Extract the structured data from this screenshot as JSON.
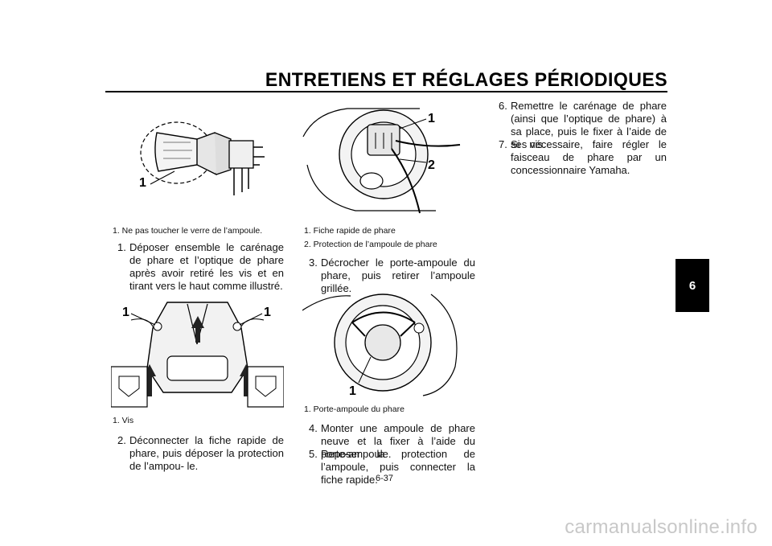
{
  "header": {
    "title": "ENTRETIENS ET RÉGLAGES PÉRIODIQUES"
  },
  "chapter_tab": "6",
  "figures": {
    "bulb": {
      "callouts": [
        "1"
      ]
    },
    "headlight_screws": {
      "callouts": [
        "1",
        "1"
      ]
    },
    "coupler": {
      "callouts": [
        "1",
        "2"
      ]
    },
    "bulb_holder": {
      "callouts": [
        "1"
      ]
    }
  },
  "captions": {
    "bulb": [
      "1.  Ne pas toucher le verre de l’ampoule."
    ],
    "screws": [
      "1.  Vis"
    ],
    "coupler": [
      "1.  Fiche rapide de phare",
      "2.  Protection de l’ampoule de phare"
    ],
    "holder": [
      "1.  Porte-ampoule du phare"
    ]
  },
  "steps": [
    {
      "num": "1.",
      "text": "Déposer ensemble le carénage de phare et l’optique de phare après avoir retiré les vis et en tirant vers le haut comme illustré."
    },
    {
      "num": "2.",
      "text": "Déconnecter la fiche rapide de phare, puis déposer la protection de l’ampou- le."
    },
    {
      "num": "3.",
      "text": "Décrocher le porte-ampoule du phare, puis retirer l’ampoule grillée."
    },
    {
      "num": "4.",
      "text": "Monter une ampoule de phare neuve et la fixer à l’aide du porte-ampoule."
    },
    {
      "num": "5.",
      "text": "Reposer la protection de l’ampoule, puis connecter la fiche rapide."
    },
    {
      "num": "6.",
      "text": "Remettre le carénage de phare (ainsi que l’optique de phare) à sa place, puis le fixer à l’aide de ses vis."
    },
    {
      "num": "7.",
      "text": "Si nécessaire, faire régler le faisceau de phare par un concessionnaire Yamaha."
    }
  ],
  "page_number": "6-37",
  "watermark": "carmanualsonline.info"
}
